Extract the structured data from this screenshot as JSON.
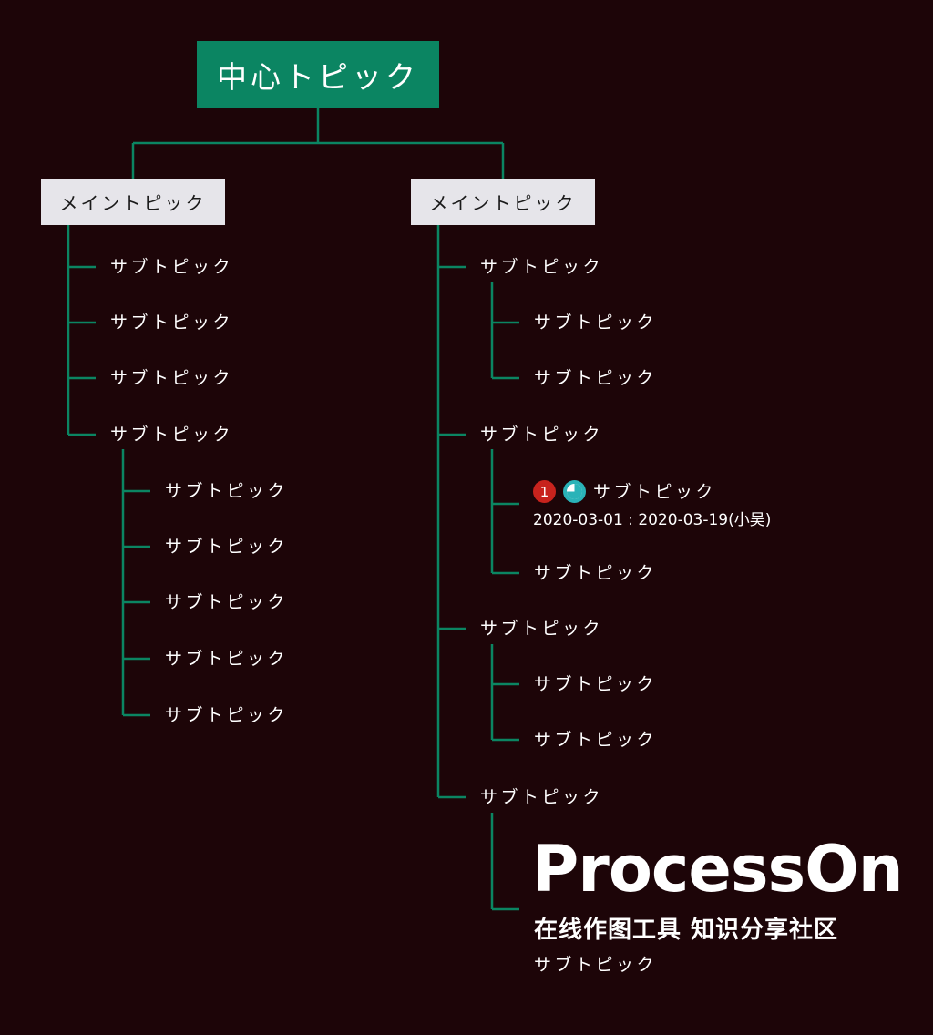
{
  "central_topic": "中心トピック",
  "main_topics": [
    {
      "label": "メイントピック",
      "subtopics": [
        {
          "label": "サブトピック"
        },
        {
          "label": "サブトピック"
        },
        {
          "label": "サブトピック"
        },
        {
          "label": "サブトピック",
          "children": [
            {
              "label": "サブトピック"
            },
            {
              "label": "サブトピック"
            },
            {
              "label": "サブトピック"
            },
            {
              "label": "サブトピック"
            },
            {
              "label": "サブトピック"
            }
          ]
        }
      ]
    },
    {
      "label": "メイントピック",
      "subtopics": [
        {
          "label": "サブトピック",
          "children": [
            {
              "label": "サブトピック"
            },
            {
              "label": "サブトピック"
            }
          ]
        },
        {
          "label": "サブトピック",
          "children": [
            {
              "label": "サブトピック",
              "task": {
                "priority": "1",
                "progress_icon": "quarter-pie-icon",
                "progress": 0.75,
                "date_range": "2020-03-01 : 2020-03-19(小吴)"
              }
            },
            {
              "label": "サブトピック"
            }
          ]
        },
        {
          "label": "サブトピック",
          "children": [
            {
              "label": "サブトピック"
            },
            {
              "label": "サブトピック"
            }
          ]
        },
        {
          "label": "サブトピック",
          "children": [
            {
              "label": "サブトピック"
            }
          ]
        }
      ]
    }
  ],
  "watermark": {
    "brand": "ProcessOn",
    "slogan": "在线作图工具  知识分享社区"
  },
  "colors": {
    "background": "#1d0508",
    "connector": "#0b8562",
    "central_fill": "#0b8562",
    "main_fill": "#e6e5ea",
    "priority_badge": "#c8231d",
    "progress": "#2ab3b8"
  }
}
